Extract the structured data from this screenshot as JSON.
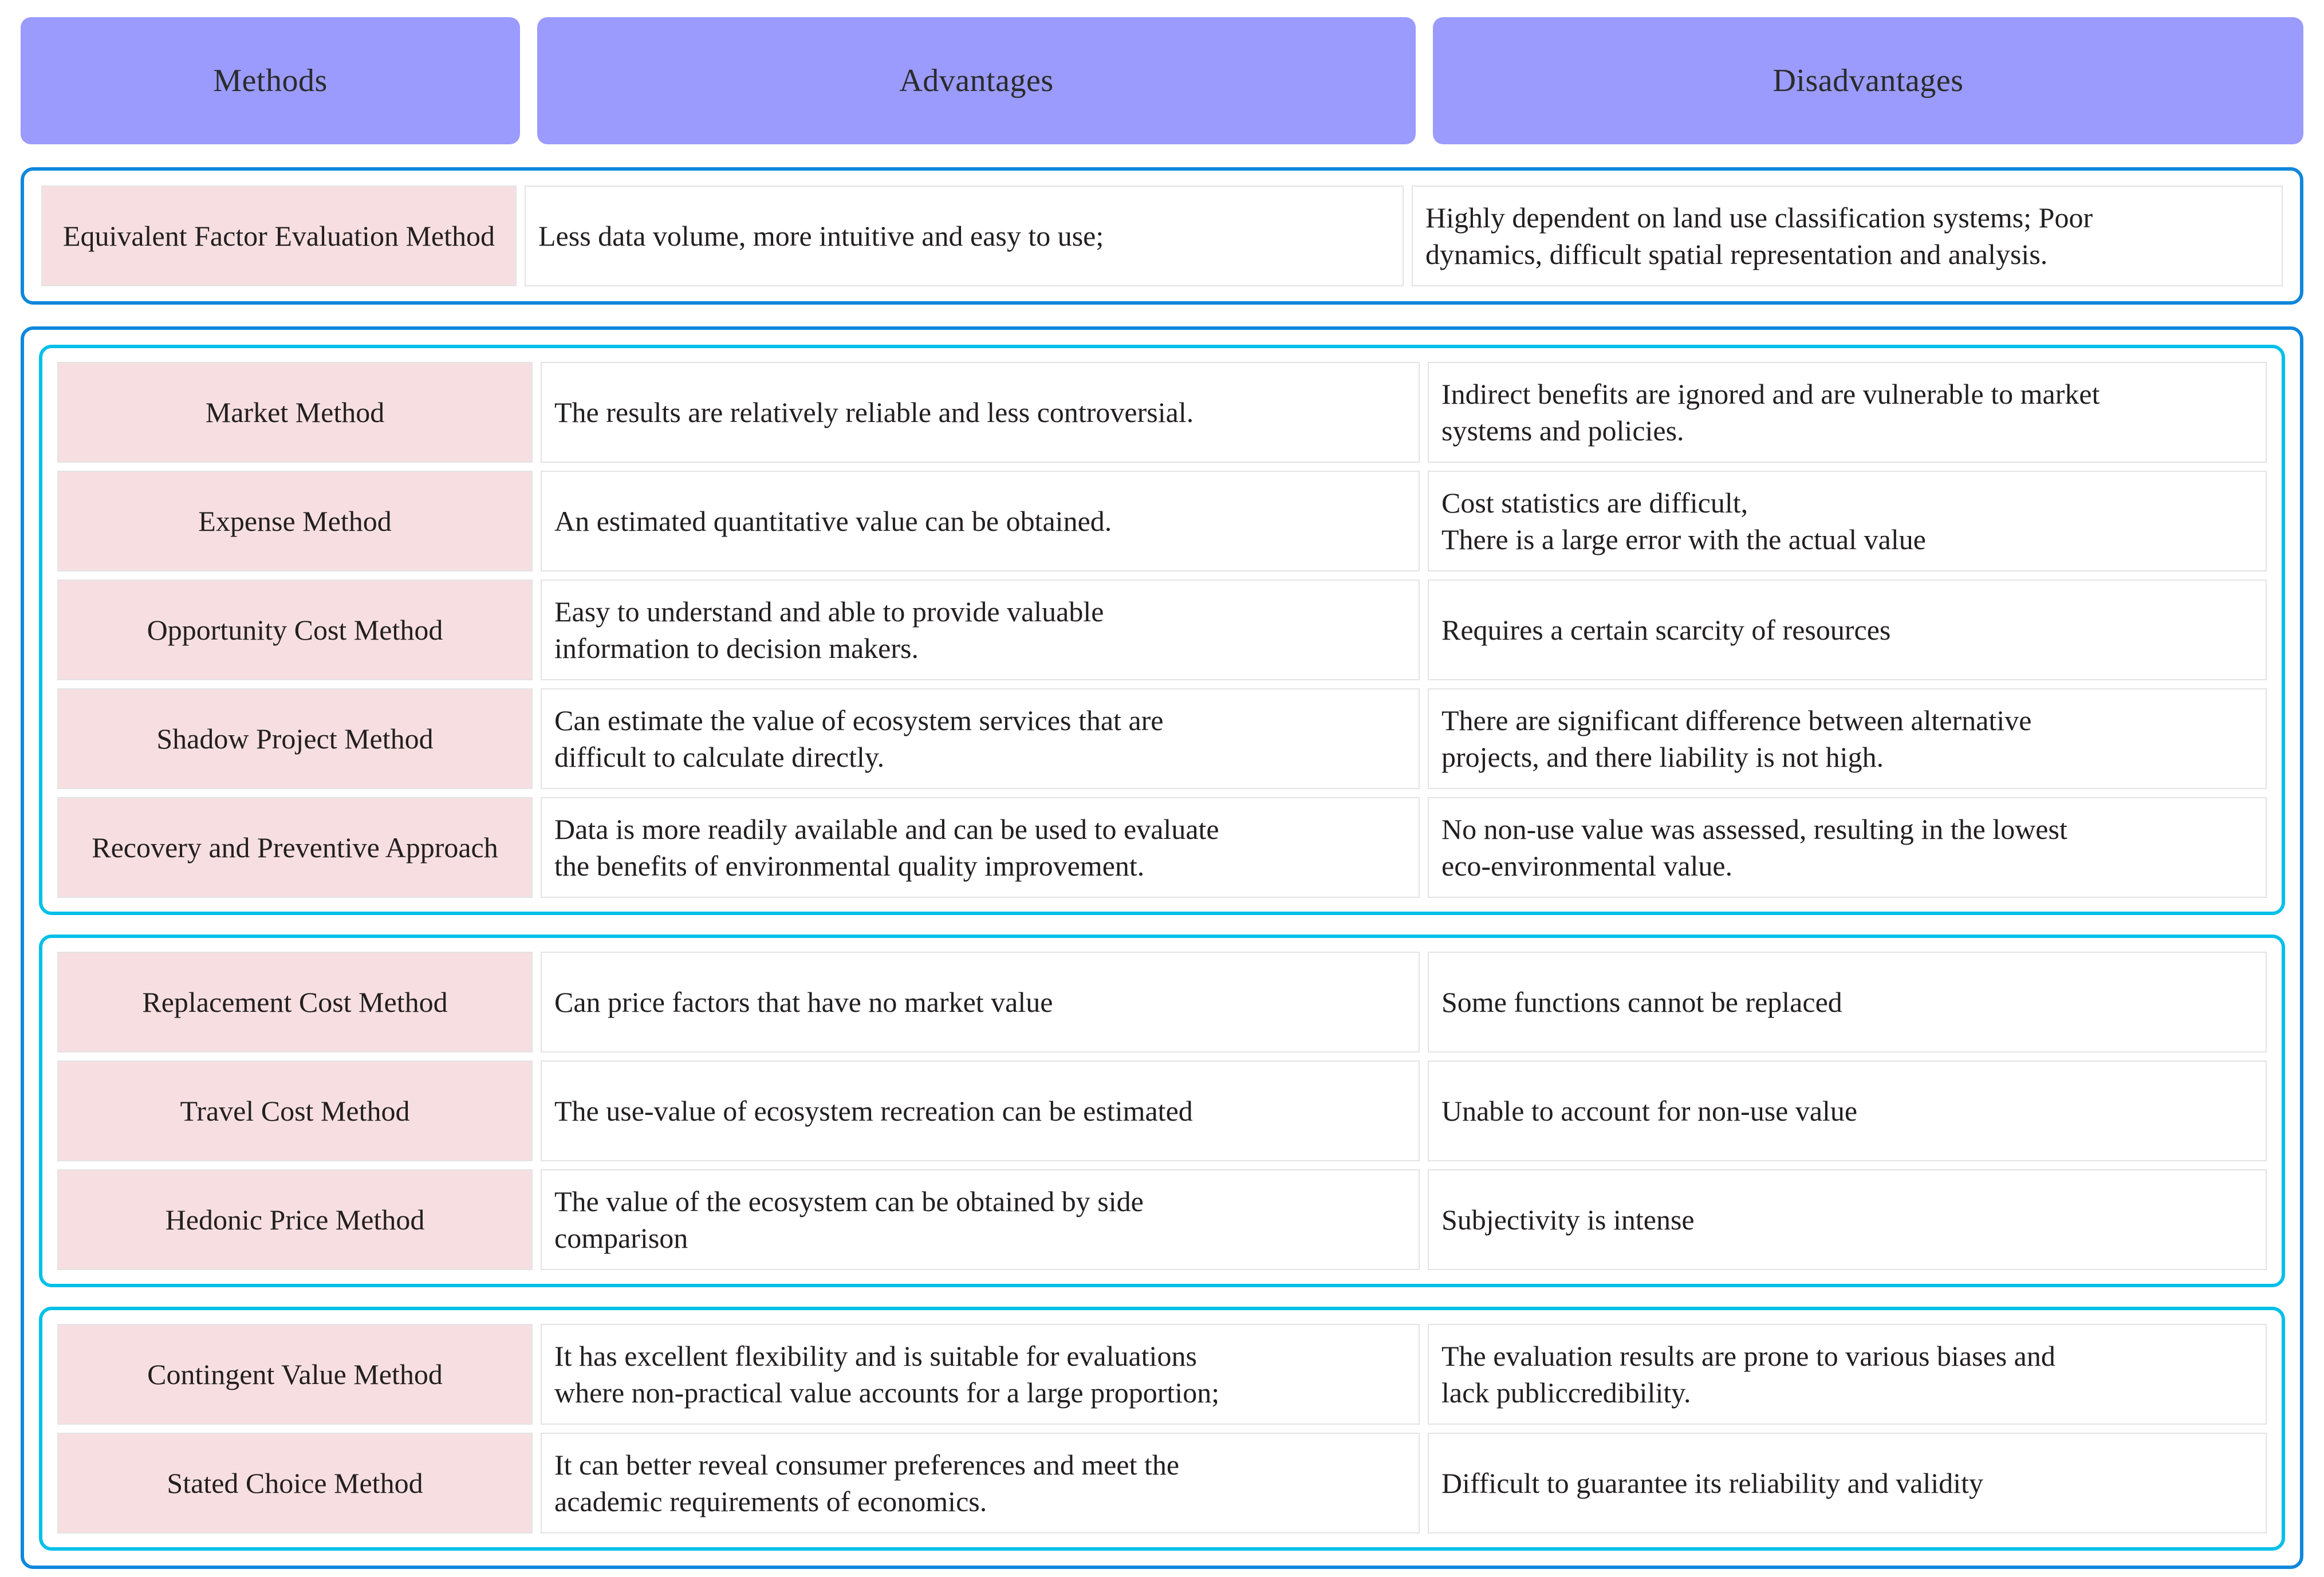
{
  "header": {
    "columns": [
      {
        "label": "Methods"
      },
      {
        "label": "Advantages"
      },
      {
        "label": "Disadvantages"
      }
    ]
  },
  "colors": {
    "header_fill": "#9a9bfd",
    "method_fill": "#f7dfe1",
    "outer_border": "#0f87dd",
    "group_border": "#00c0e8",
    "cell_border": "#e3e3e3",
    "text": "#231f20"
  },
  "groups": [
    {
      "id": "equivalent-factor",
      "border": "blue",
      "rows": [
        {
          "method": "Equivalent Factor Evaluation Method",
          "advantages": [
            "Less data volume, more intuitive and easy to use;"
          ],
          "disadvantages": [
            "Highly dependent on land use classification systems; Poor",
            "dynamics, difficult spatial representation and analysis."
          ]
        }
      ]
    },
    {
      "id": "direct-market",
      "border": "cyan",
      "rows": [
        {
          "method": "Market Method",
          "advantages": [
            "The results are relatively reliable and less controversial."
          ],
          "disadvantages": [
            "Indirect benefits are ignored and are vulnerable to market",
            "systems and policies."
          ]
        },
        {
          "method": "Expense Method",
          "advantages": [
            "An estimated quantitative value can be obtained."
          ],
          "disadvantages": [
            "Cost statistics are difficult,",
            "There is a large error with the actual value"
          ]
        },
        {
          "method": "Opportunity Cost Method",
          "advantages": [
            "Easy to understand and able to provide valuable",
            "information to decision makers."
          ],
          "disadvantages": [
            "Requires a certain scarcity of resources"
          ]
        },
        {
          "method": "Shadow Project Method",
          "advantages": [
            "Can estimate the value of ecosystem services that are",
            "difficult to calculate directly."
          ],
          "disadvantages": [
            "There are significant difference between alternative",
            "projects, and there liability is not high."
          ]
        },
        {
          "method": "Recovery and  Preventive Approach",
          "advantages": [
            "Data is more readily available and can be used to evaluate",
            "the benefits of environmental quality improvement."
          ],
          "disadvantages": [
            "No non-use value was assessed, resulting in the lowest",
            "eco-environmental value."
          ]
        }
      ]
    },
    {
      "id": "substitute-market",
      "border": "cyan",
      "rows": [
        {
          "method": "Replacement Cost Method",
          "advantages": [
            "Can price factors that have no market value"
          ],
          "disadvantages": [
            "Some functions cannot be replaced"
          ]
        },
        {
          "method": "Travel Cost Method",
          "advantages": [
            "The use-value of ecosystem recreation can be estimated"
          ],
          "disadvantages": [
            "Unable to account for non-use value"
          ]
        },
        {
          "method": "Hedonic Price Method",
          "advantages": [
            "The value of the ecosystem can be obtained by side",
            "comparison"
          ],
          "disadvantages": [
            "Subjectivity is intense"
          ]
        }
      ]
    },
    {
      "id": "simulated-market",
      "border": "cyan",
      "rows": [
        {
          "method": "Contingent Value Method",
          "advantages": [
            "It has excellent flexibility and is suitable for evaluations",
            "where non-practical value accounts for a large proportion;"
          ],
          "disadvantages": [
            "The evaluation results are prone to various biases and",
            "lack publiccredibility."
          ]
        },
        {
          "method": "Stated Choice Method",
          "advantages": [
            "It can better reveal consumer preferences and meet the",
            "academic requirements of economics."
          ],
          "disadvantages": [
            "Difficult to guarantee its reliability and validity"
          ]
        }
      ]
    }
  ]
}
